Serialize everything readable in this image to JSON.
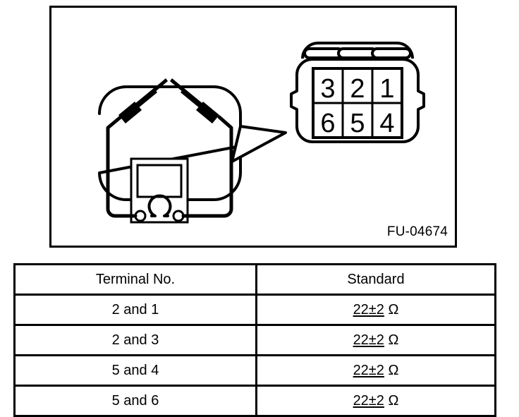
{
  "figure": {
    "code": "FU-04674",
    "instrument": {
      "name": "ohmmeter",
      "symbol": "Ω",
      "probe_count": 2
    },
    "connector": {
      "name": "6-pin-connector",
      "tab_count": 3,
      "pin_rows": [
        [
          "3",
          "2",
          "1"
        ],
        [
          "6",
          "5",
          "4"
        ]
      ]
    }
  },
  "table": {
    "headers": {
      "terminal": "Terminal No.",
      "standard": "Standard"
    },
    "rows": [
      {
        "terminal": "2 and 1",
        "value": "22±2",
        "unit": "Ω"
      },
      {
        "terminal": "2 and 3",
        "value": "22±2",
        "unit": "Ω"
      },
      {
        "terminal": "5 and 4",
        "value": "22±2",
        "unit": "Ω"
      },
      {
        "terminal": "5 and 6",
        "value": "22±2",
        "unit": "Ω"
      }
    ]
  },
  "colors": {
    "ink": "#000000",
    "paper": "#ffffff"
  }
}
